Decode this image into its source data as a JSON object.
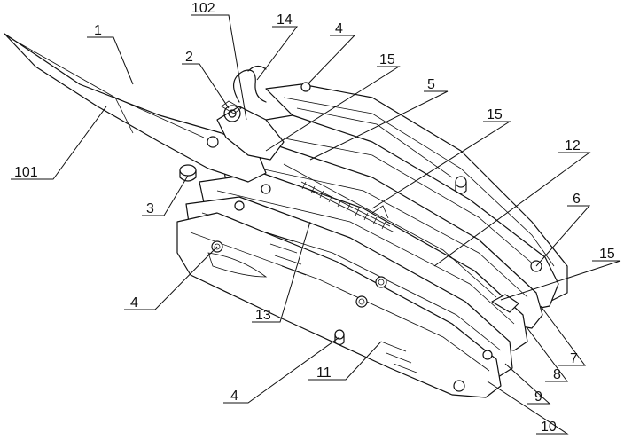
{
  "figure": {
    "labels": {
      "l1": "1",
      "l2": "2",
      "l3": "3",
      "l4a": "4",
      "l4b": "4",
      "l4c": "4",
      "l5": "5",
      "l6": "6",
      "l7": "7",
      "l8": "8",
      "l9": "9",
      "l10": "10",
      "l11": "11",
      "l12": "12",
      "l13": "13",
      "l14": "14",
      "l15a": "15",
      "l15b": "15",
      "l15c": "15",
      "l101": "101",
      "l102": "102"
    }
  }
}
